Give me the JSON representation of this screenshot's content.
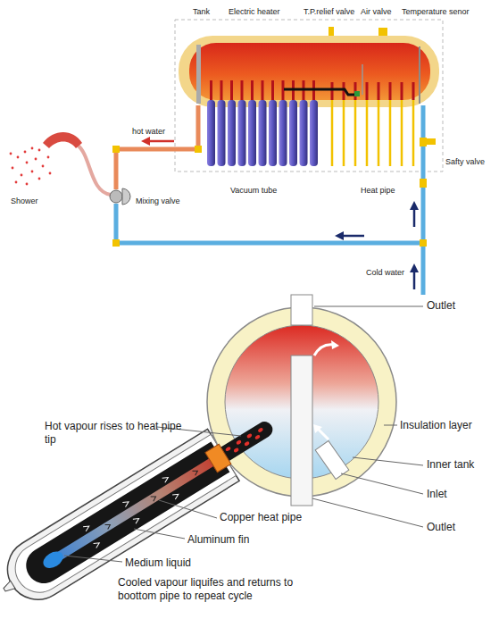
{
  "diagram": {
    "labels": [
      "Tank",
      "Electric heater",
      "T.P.relief valve",
      "Air valve",
      "Temperature senor",
      "hot water",
      "Safty valve",
      "Shower",
      "Mixing valve",
      "Vacuum tube",
      "Heat pipe",
      "Cold water",
      "Outlet",
      "Hot vapour rises to heat pipe tip",
      "Insulation layer",
      "Inner tank",
      "Inlet",
      "Copper heat pipe",
      "Outlet",
      "Aluminum fin",
      "Medium liquid",
      "Cooled vapour liquifes and returns to boottom pipe to repeat cycle"
    ]
  }
}
